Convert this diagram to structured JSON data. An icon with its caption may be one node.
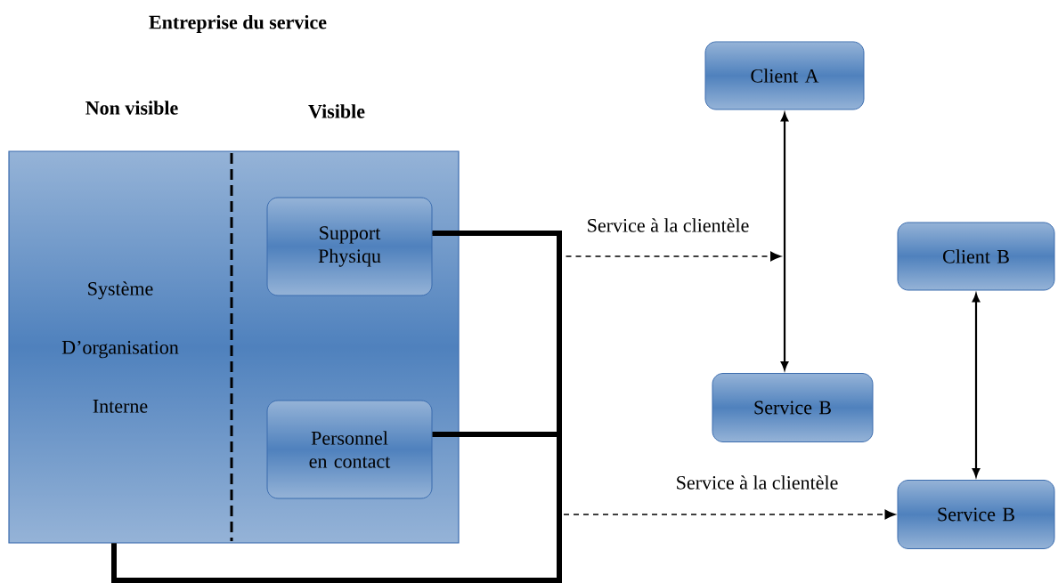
{
  "diagram": {
    "title": "Entreprise du service",
    "nodes": [
      {
        "text": [
          "Système D’organisation Interne"
        ]
      },
      {
        "text": [
          "Support Physiqu"
        ],
        "in": 0
      },
      {
        "text": [
          "Personnel en contact"
        ],
        "in": 0
      },
      {
        "text": [
          "Client A"
        ]
      },
      {
        "text": [
          "Service B"
        ]
      },
      {
        "text": [
          "Client B"
        ]
      },
      {
        "text": [
          "Service B"
        ]
      }
    ],
    "edges": [
      {
        "from": 1,
        "to": 0,
        "arrow": "none",
        "style": "thick"
      },
      {
        "from": 2,
        "to": 0,
        "arrow": "none",
        "style": "thick"
      },
      {
        "from": 1,
        "to": null,
        "arrow": "to",
        "style": "dashed",
        "label": "Service à la clientèle"
      },
      {
        "from": null,
        "to": 6,
        "arrow": "to",
        "style": "dashed",
        "label": "Service à la clientèle"
      },
      {
        "from": 3,
        "to": 4,
        "arrow": "both"
      },
      {
        "from": 5,
        "to": 6,
        "arrow": "both"
      }
    ],
    "labels": [
      "Non visible",
      "Visible"
    ]
  }
}
